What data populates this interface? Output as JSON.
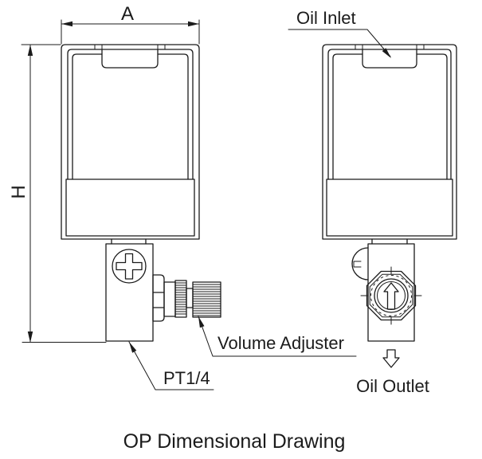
{
  "drawing": {
    "title": "OP Dimensional Drawing",
    "dimensions": {
      "width": {
        "label": "A"
      },
      "height": {
        "label": "H"
      }
    },
    "callouts": {
      "oil_inlet": "Oil Inlet",
      "volume_adjuster": "Volume Adjuster",
      "port_thread": "PT1/4",
      "oil_outlet": "Oil Outlet"
    },
    "icons": {
      "oil_outlet_flow": "down-arrow",
      "dial_direction": "up-arrow",
      "screw_drive": "phillips-cross"
    },
    "colors": {
      "line": "#1b1b1b",
      "background": "#ffffff"
    }
  }
}
